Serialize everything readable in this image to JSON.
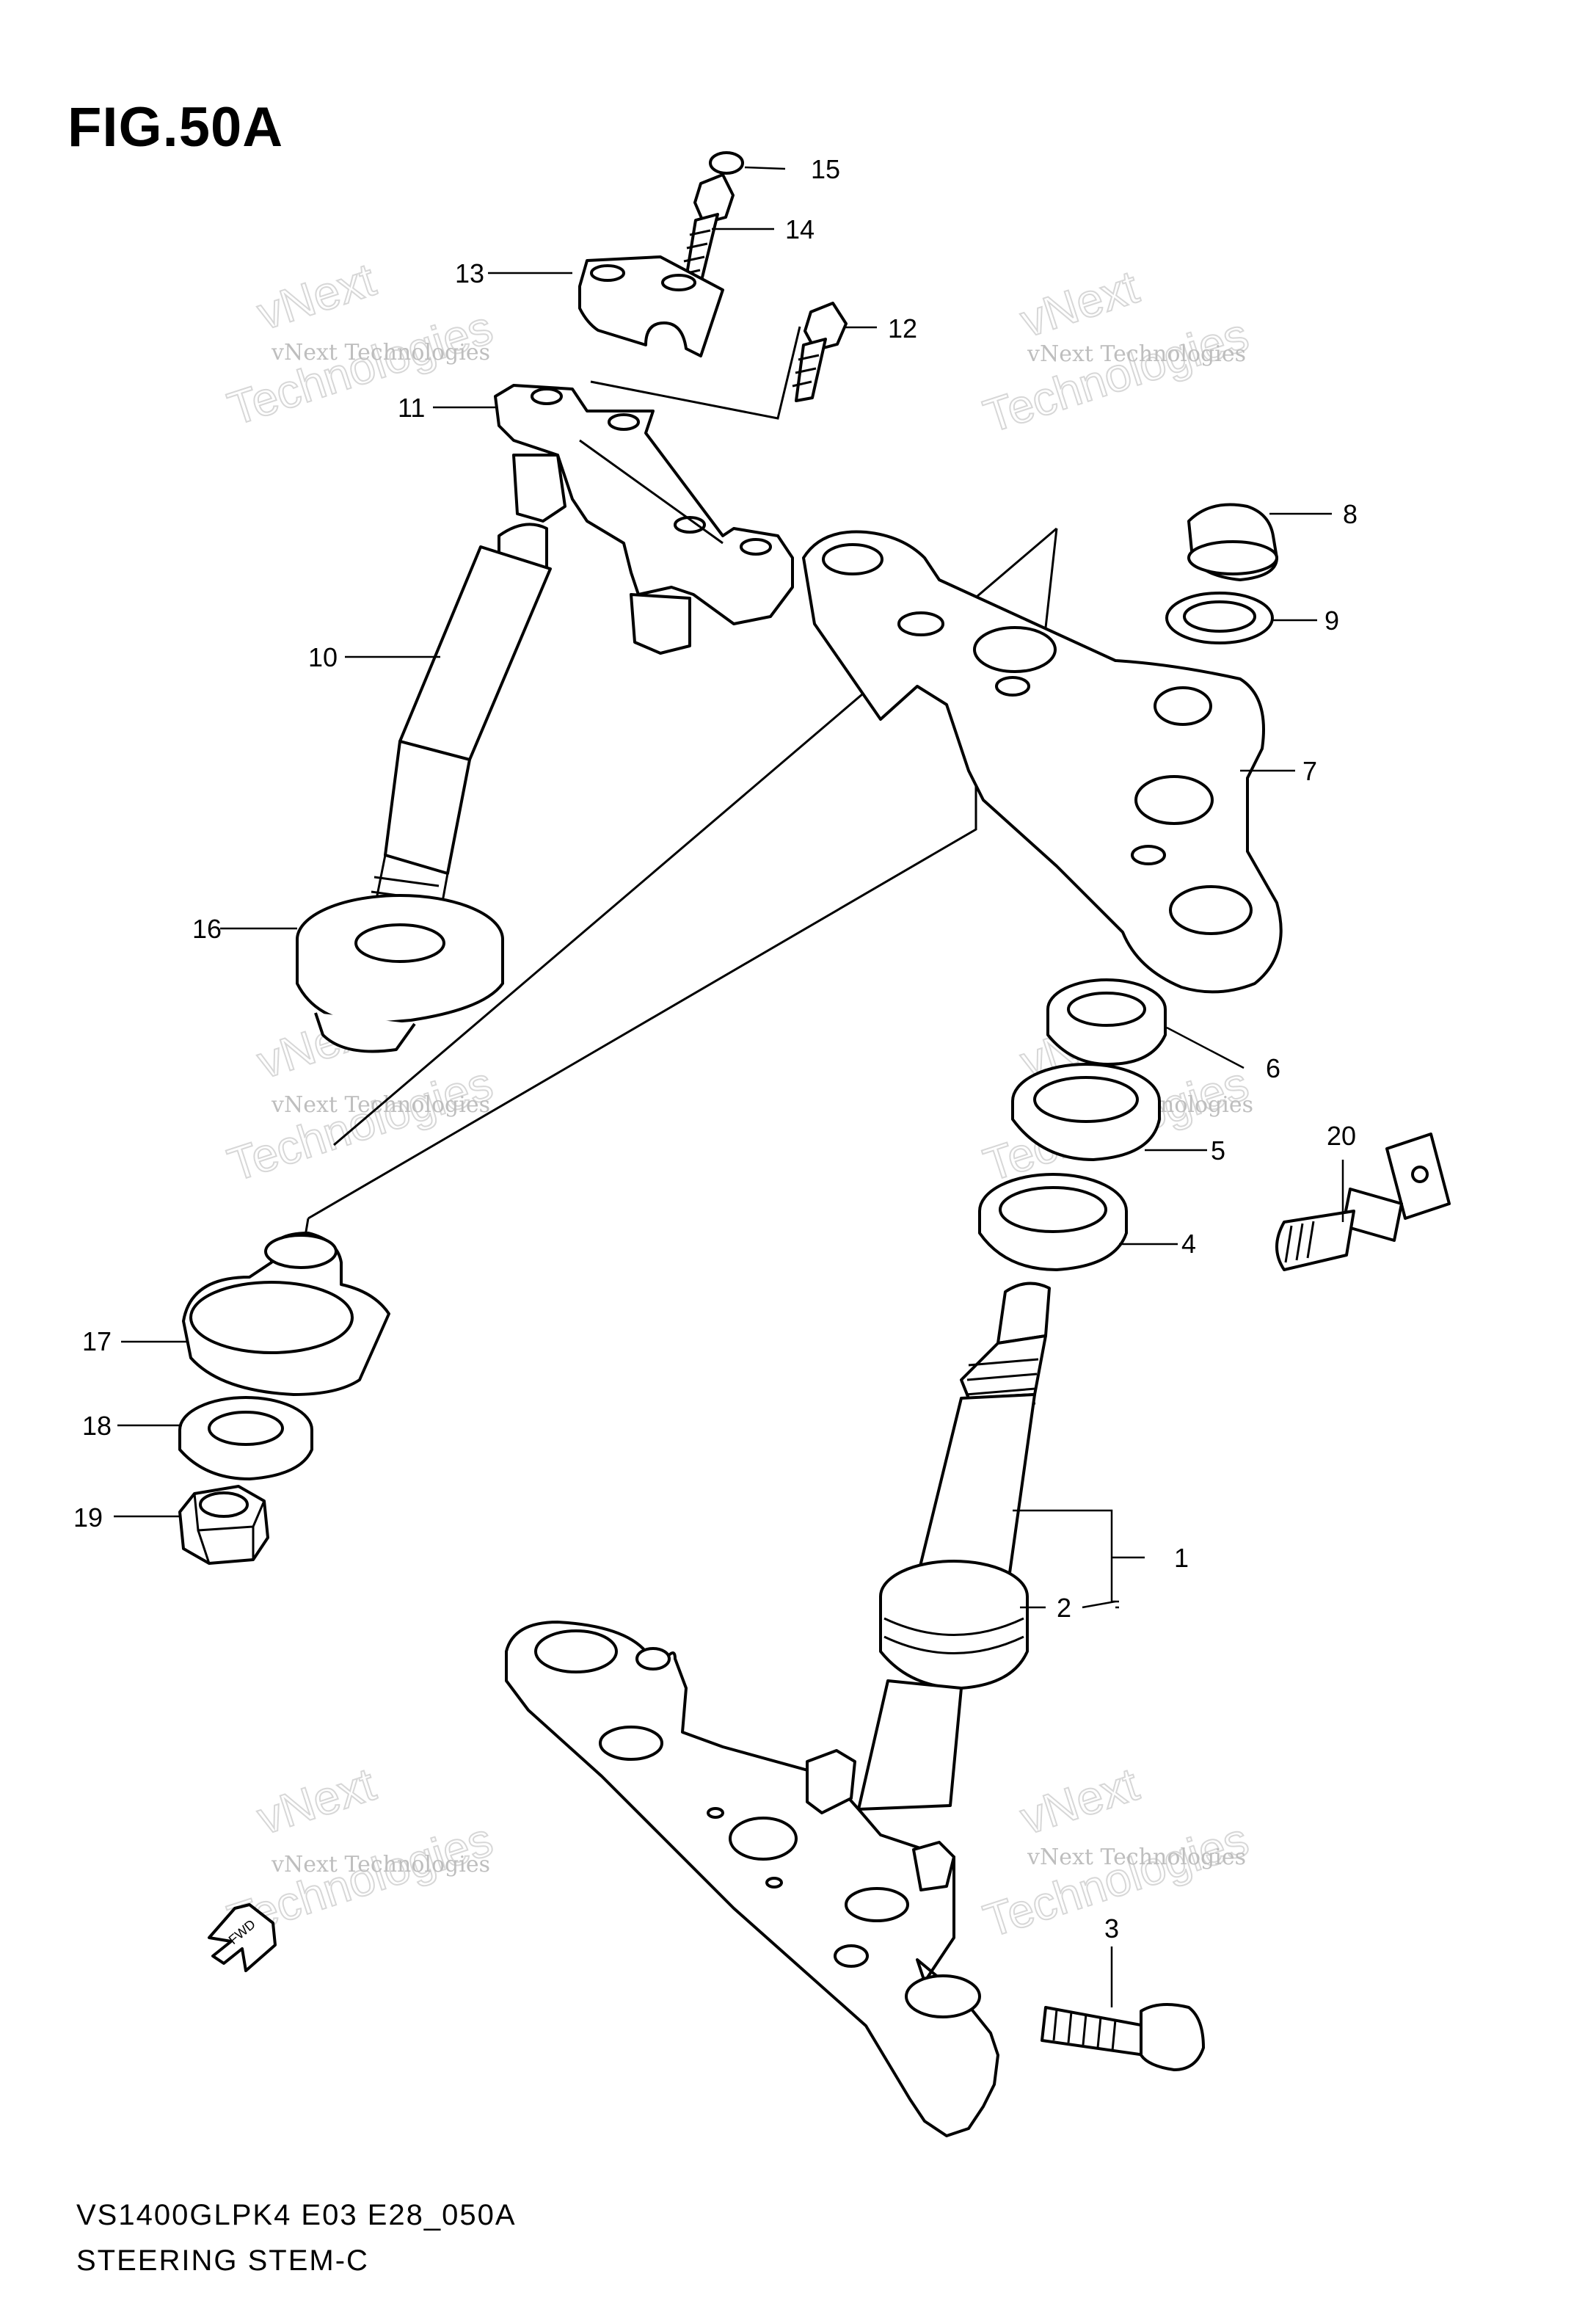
{
  "figure": {
    "title": "FIG.50A",
    "model_code": "VS1400GLPK4 E03 E28_050A",
    "caption": "STEERING STEM-C"
  },
  "callouts": [
    {
      "id": "1",
      "label": "1"
    },
    {
      "id": "2",
      "label": "2"
    },
    {
      "id": "3",
      "label": "3"
    },
    {
      "id": "4",
      "label": "4"
    },
    {
      "id": "5",
      "label": "5"
    },
    {
      "id": "6",
      "label": "6"
    },
    {
      "id": "7",
      "label": "7"
    },
    {
      "id": "8",
      "label": "8"
    },
    {
      "id": "9",
      "label": "9"
    },
    {
      "id": "10",
      "label": "10"
    },
    {
      "id": "11",
      "label": "11"
    },
    {
      "id": "12",
      "label": "12"
    },
    {
      "id": "13",
      "label": "13"
    },
    {
      "id": "14",
      "label": "14"
    },
    {
      "id": "15",
      "label": "15"
    },
    {
      "id": "16",
      "label": "16"
    },
    {
      "id": "17",
      "label": "17"
    },
    {
      "id": "18",
      "label": "18"
    },
    {
      "id": "19",
      "label": "19"
    },
    {
      "id": "20",
      "label": "20"
    }
  ],
  "watermark": {
    "small": "vNext Technologies",
    "big_top": "vNext",
    "big_bottom": "Technologies"
  },
  "direction_marker": {
    "label": "FWD",
    "icon": "arrow-down-left-icon"
  }
}
